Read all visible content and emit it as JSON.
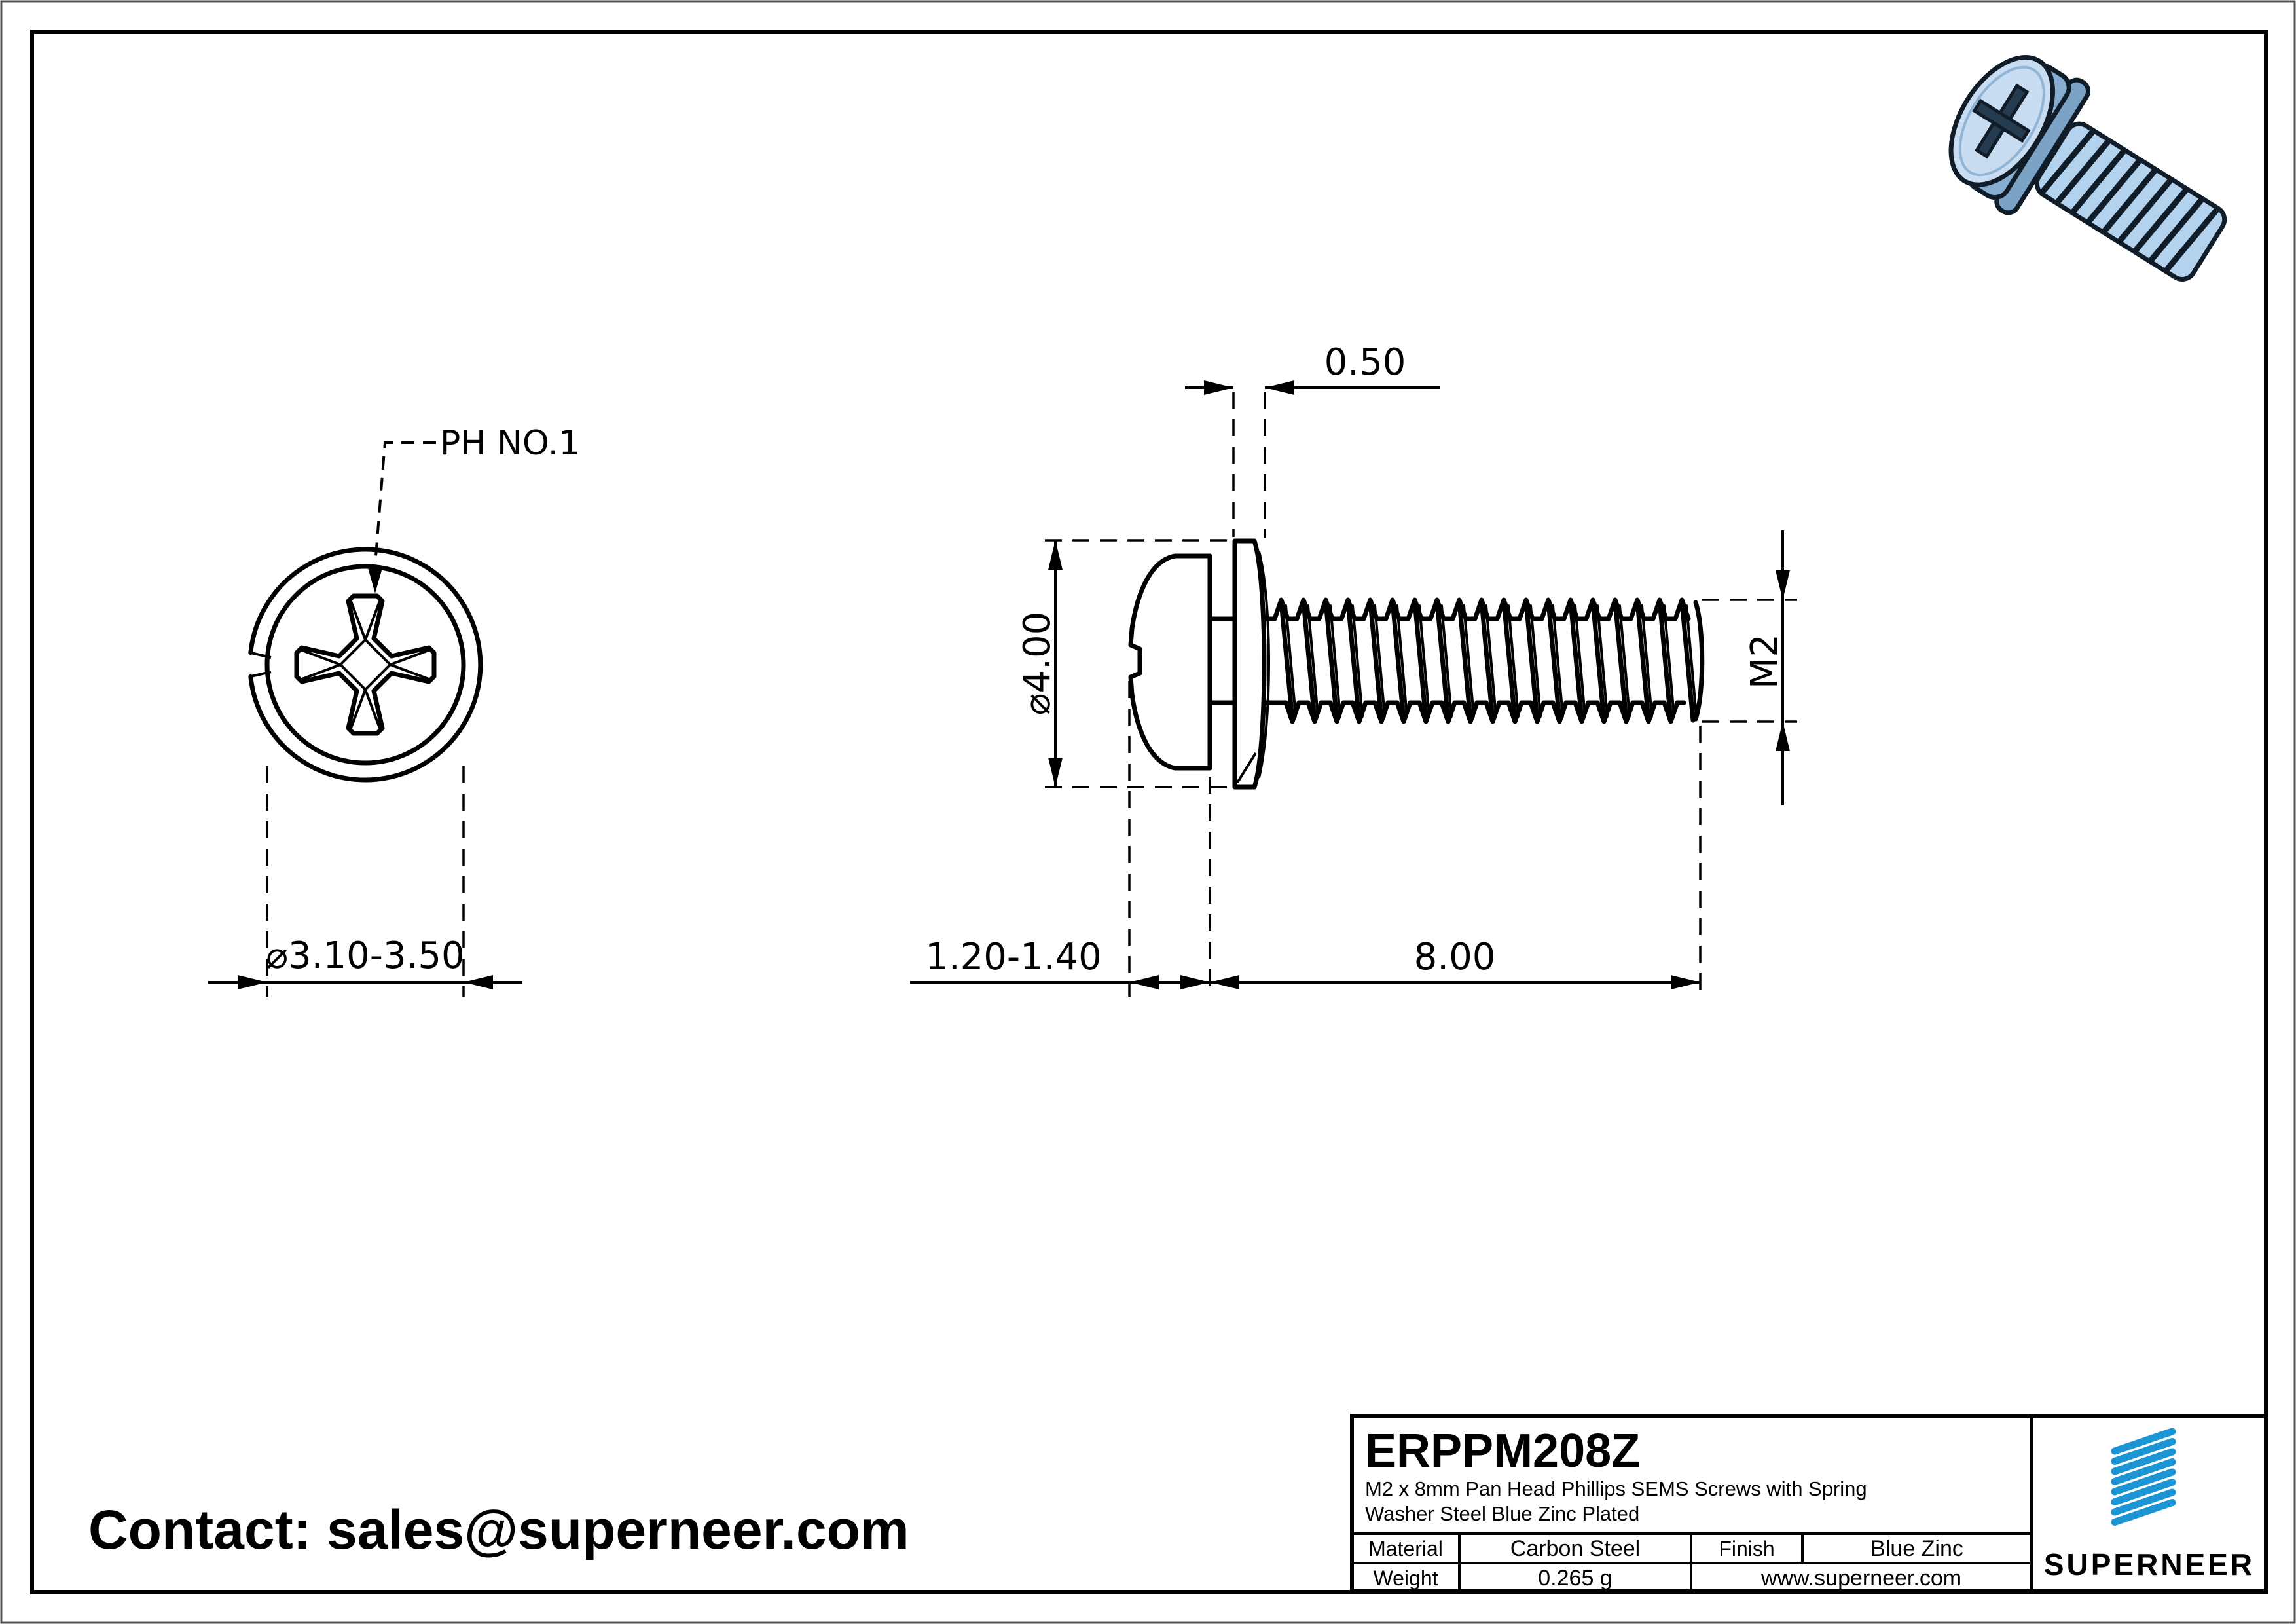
{
  "drawing": {
    "front_view": {
      "callout": "PH NO.1",
      "diameter": "⌀3.10-3.50"
    },
    "side_view": {
      "washer_thickness": "0.50",
      "head_diameter": "⌀4.00",
      "thread_size": "M2",
      "head_height": "1.20-1.40",
      "length": "8.00"
    }
  },
  "contact": {
    "label": "Contact: sales@superneer.com"
  },
  "title_block": {
    "part_number": "ERPPM208Z",
    "description_line1": "M2 x 8mm Pan Head Phillips SEMS Screws with Spring",
    "description_line2": "Washer Steel Blue Zinc Plated",
    "material_label": "Material",
    "material_value": "Carbon Steel",
    "finish_label": "Finish",
    "finish_value": "Blue Zinc",
    "weight_label": "Weight",
    "weight_value": "0.265 g",
    "website": "www.superneer.com",
    "brand": "SUPERNEER"
  },
  "colors": {
    "brand_blue": "#1b95d4",
    "link_blue": "#1e90d6",
    "line_black": "#000000",
    "contact_text": "#333333",
    "screw_body": "#b3d2ee",
    "screw_shadow": "#7ca3c6",
    "screw_side": "#86add0",
    "screw_face": "#c8ddf2",
    "screw_outline": "#101c28",
    "recess_dark": "#253c50"
  }
}
